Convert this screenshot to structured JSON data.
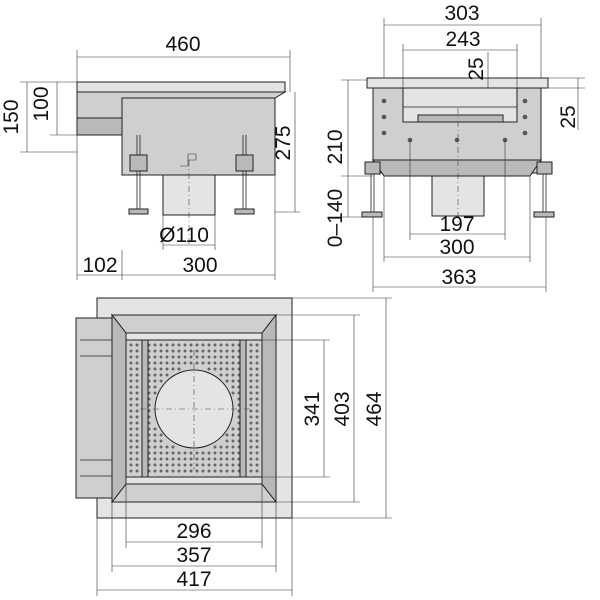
{
  "side_view": {
    "width_total": "460",
    "height_total": "150",
    "height_inner": "100",
    "height_body": "275",
    "pipe_diameter": "Ø110",
    "offset_left": "102",
    "width_body": "300"
  },
  "front_view": {
    "width_top": "303",
    "width_inner": "243",
    "depth_a": "25",
    "depth_b": "25",
    "height": "210",
    "adjust_range": "0–140",
    "width_pipe": "197",
    "width_body": "300",
    "width_total": "363"
  },
  "top_view": {
    "height_a": "341",
    "height_b": "403",
    "height_c": "464",
    "width_a": "296",
    "width_b": "357",
    "width_c": "417"
  },
  "colors": {
    "steel": "#cfcfcf",
    "outline": "#222222"
  }
}
